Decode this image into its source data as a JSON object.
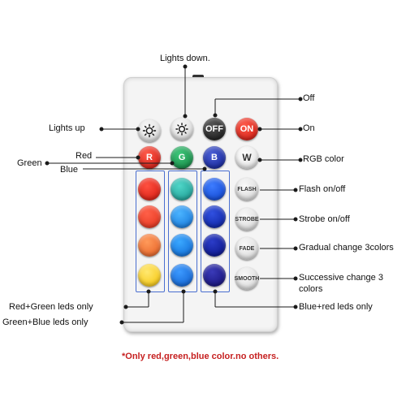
{
  "labels": {
    "lights_down": "Lights down.",
    "off": "Off",
    "lights_up": "Lights up",
    "on": "On",
    "red": "Red",
    "green": "Green",
    "blue": "Blue",
    "rgb_color": "RGB color",
    "flash_onoff": "Flash on/off",
    "strobe_onoff": "Strobe on/off",
    "gradual_change": "Gradual change 3colors",
    "successive_change": "Successive change 3",
    "successive_change_2": "colors",
    "red_green_leds": "Red+Green leds only",
    "blue_red_leds": "Blue+red leds only",
    "green_blue_leds": "Green+Blue leds only"
  },
  "buttons": {
    "off": "OFF",
    "on": "ON",
    "r": "R",
    "g": "G",
    "b": "B",
    "w": "W",
    "flash": "FLASH",
    "strobe": "STROBE",
    "fade": "FADE",
    "smooth": "SMOOTH"
  },
  "icons": {
    "brightness_down": "sun-small-icon",
    "brightness_up": "sun-large-icon"
  },
  "footnote": "*Only red,green,blue color.no others."
}
